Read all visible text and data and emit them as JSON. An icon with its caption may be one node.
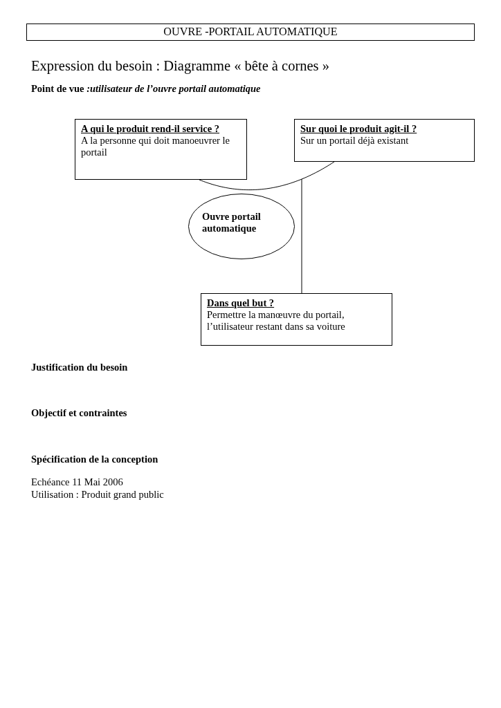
{
  "diagram": {
    "title": "OUVRE -PORTAIL AUTOMATIQUE",
    "nodes": [
      {
        "text": [
          "A qui le produit rend-il service ?",
          "A la personne qui doit manoeuvrer le portail"
        ]
      },
      {
        "text": [
          "Sur quoi le produit agit-il ?",
          "Sur un portail déjà existant"
        ]
      },
      {
        "text": [
          "Ouvre portail automatique"
        ]
      },
      {
        "text": [
          "Dans quel but ?",
          "Permettre la manœuvre du portail, l’utilisateur restant dans sa voiture"
        ]
      }
    ],
    "edges": [
      {
        "from": 0,
        "to": 1,
        "arrow": "none"
      },
      {
        "from": null,
        "to": 3,
        "arrow": "none"
      }
    ],
    "labels": [
      "Expression du besoin : Diagramme « bête à cornes »",
      "Point de vue *:utilisateur de l’ouvre portail automatique*",
      "Justification du besoin",
      "Objectif et contraintes",
      "Spécification de la conception",
      "Echéance 11 Mai 2006",
      "Utilisation : Produit grand public"
    ]
  }
}
